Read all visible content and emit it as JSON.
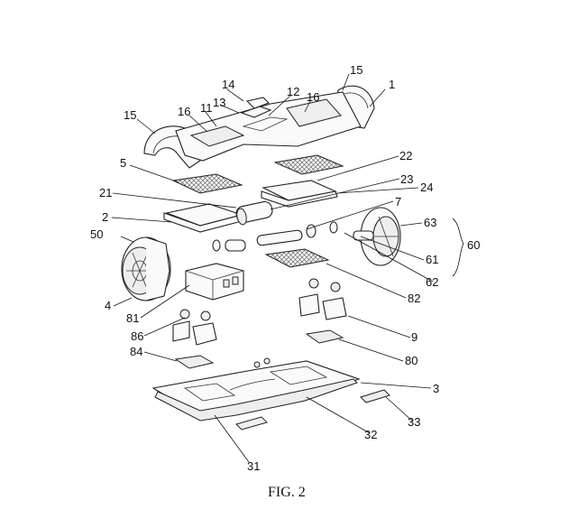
{
  "figure": {
    "caption": "FIG. 2",
    "labels": {
      "l1": "1",
      "l2": "2",
      "l3": "3",
      "l4": "4",
      "l5": "5",
      "l7": "7",
      "l9": "9",
      "l11": "11",
      "l12": "12",
      "l13": "13",
      "l14": "14",
      "l15a": "15",
      "l15b": "15",
      "l16a": "16",
      "l16b": "16",
      "l21": "21",
      "l22": "22",
      "l23": "23",
      "l24": "24",
      "l31": "31",
      "l32": "32",
      "l33": "33",
      "l50": "50",
      "l60": "60",
      "l61": "61",
      "l62": "62",
      "l63": "63",
      "l80": "80",
      "l81": "81",
      "l82": "82",
      "l84": "84",
      "l86": "86"
    }
  }
}
